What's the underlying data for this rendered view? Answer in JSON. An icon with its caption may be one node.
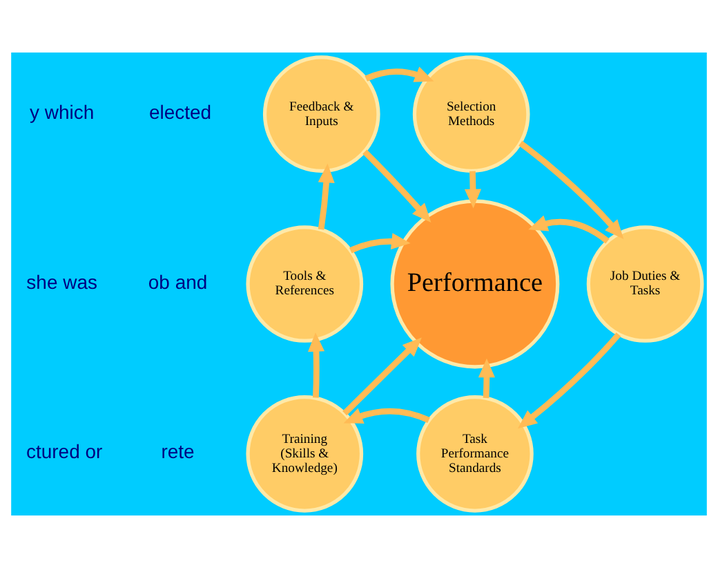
{
  "diagram": {
    "nodes": [
      {
        "text": [
          "Performance"
        ]
      },
      {
        "text": [
          "Feedback & Inputs"
        ]
      },
      {
        "text": [
          "Selection Methods"
        ]
      },
      {
        "text": [
          "Job Duties & Tasks"
        ]
      },
      {
        "text": [
          "Task Performance Standards"
        ]
      },
      {
        "text": [
          "Training (Skills & Knowledge)"
        ]
      },
      {
        "text": [
          "Tools & References"
        ]
      }
    ],
    "edges": [
      {
        "from": 1,
        "to": 2,
        "arrow": "to"
      },
      {
        "from": 2,
        "to": 3,
        "arrow": "to"
      },
      {
        "from": 3,
        "to": 4,
        "arrow": "to"
      },
      {
        "from": 4,
        "to": 5,
        "arrow": "to"
      },
      {
        "from": 5,
        "to": 6,
        "arrow": "to"
      },
      {
        "from": 6,
        "to": 1,
        "arrow": "to"
      },
      {
        "from": 1,
        "to": 0,
        "arrow": "to"
      },
      {
        "from": 2,
        "to": 0,
        "arrow": "to"
      },
      {
        "from": 3,
        "to": 0,
        "arrow": "to"
      },
      {
        "from": 4,
        "to": 0,
        "arrow": "to"
      },
      {
        "from": 5,
        "to": 0,
        "arrow": "to"
      },
      {
        "from": 6,
        "to": 0,
        "arrow": "to"
      }
    ],
    "labels": [
      "elected",
      "ob and",
      "rete",
      "y which",
      "she was",
      "ctured or"
    ]
  }
}
